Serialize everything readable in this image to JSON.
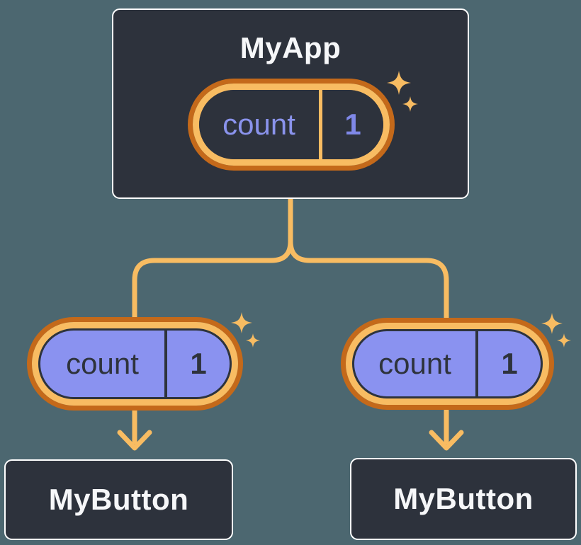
{
  "diagram": {
    "description_visible_elements": "component tree",
    "root": {
      "title": "MyApp",
      "state": {
        "label": "count",
        "value": "1"
      }
    },
    "children": [
      {
        "title": "MyButton",
        "prop": {
          "label": "count",
          "value": "1"
        }
      },
      {
        "title": "MyButton",
        "prop": {
          "label": "count",
          "value": "1"
        }
      }
    ]
  },
  "icons": {
    "sparkle": "✦",
    "arrow_down": "↓"
  },
  "palette": {
    "background": "#4C6770",
    "node_background": "#2D323C",
    "node_border": "#FFFFFF",
    "node_text": "#F6F7F9",
    "ring_outer_orange": "#C4691A",
    "ring_inner_orange": "#F8BC62",
    "connector_orange": "#F8BC62",
    "pill_purple_fill": "#8A92F0",
    "state_label_purple": "#8A93EC",
    "state_value_purple": "#7F88E8",
    "prop_text_dark": "#2E333C",
    "sparkle_orange": "#F8BC62"
  }
}
